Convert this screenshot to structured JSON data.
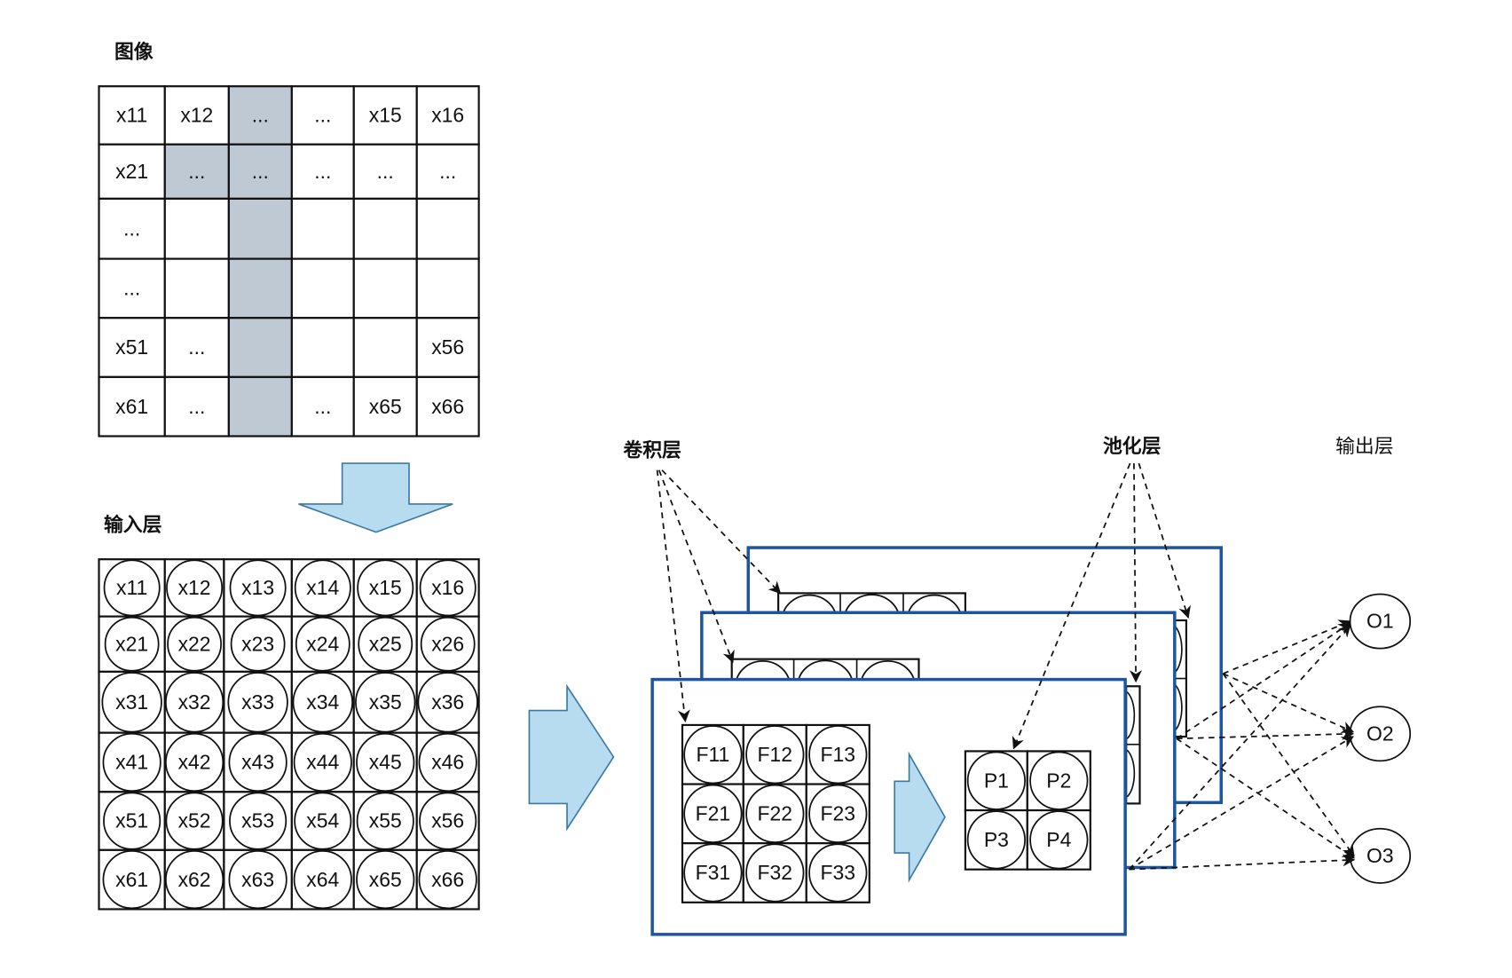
{
  "labels": {
    "image": "图像",
    "input_layer": "输入层",
    "conv_layer": "卷积层",
    "pool_layer": "池化层",
    "output_layer": "输出层"
  },
  "image_grid": {
    "rows": [
      [
        "x11",
        "x12",
        "...",
        "...",
        "x15",
        "x16"
      ],
      [
        "x21",
        "...",
        "...",
        "...",
        "...",
        "..."
      ],
      [
        "...",
        "",
        "",
        "",
        "",
        ""
      ],
      [
        "...",
        "",
        "",
        "",
        "",
        ""
      ],
      [
        "x51",
        "...",
        "",
        "",
        "",
        "x56"
      ],
      [
        "x61",
        "...",
        "",
        "...",
        "x65",
        "x66"
      ]
    ],
    "highlighted_cells": [
      [
        0,
        2
      ],
      [
        1,
        1
      ],
      [
        1,
        2
      ],
      [
        2,
        2
      ],
      [
        3,
        2
      ],
      [
        4,
        2
      ],
      [
        5,
        2
      ]
    ],
    "highlight_color": "#bfc9d4"
  },
  "input_grid": {
    "rows": [
      [
        "x11",
        "x12",
        "x13",
        "x14",
        "x15",
        "x16"
      ],
      [
        "x21",
        "x22",
        "x23",
        "x24",
        "x25",
        "x26"
      ],
      [
        "x31",
        "x32",
        "x33",
        "x34",
        "x35",
        "x36"
      ],
      [
        "x41",
        "x42",
        "x43",
        "x44",
        "x45",
        "x46"
      ],
      [
        "x51",
        "x52",
        "x53",
        "x54",
        "x55",
        "x56"
      ],
      [
        "x61",
        "x62",
        "x63",
        "x64",
        "x65",
        "x66"
      ]
    ]
  },
  "conv_grid": {
    "rows": [
      [
        "F11",
        "F12",
        "F13"
      ],
      [
        "F21",
        "F22",
        "F23"
      ],
      [
        "F31",
        "F32",
        "F33"
      ]
    ]
  },
  "pool_grid": {
    "rows": [
      [
        "P1",
        "P2"
      ],
      [
        "P3",
        "P4"
      ]
    ]
  },
  "outputs": [
    "O1",
    "O2",
    "O3"
  ],
  "colors": {
    "frame_border": "#1d55a0",
    "arrow_fill": "#b7dbef",
    "arrow_stroke": "#3a7aa3"
  },
  "feature_map_count": 3
}
